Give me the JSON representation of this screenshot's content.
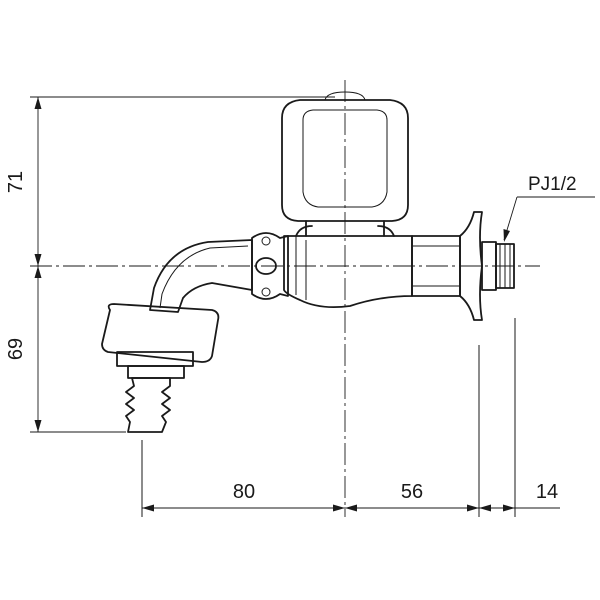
{
  "dimensions": {
    "top_height": "71",
    "bottom_height": "69",
    "left_width": "80",
    "mid_width": "56",
    "right_width": "14"
  },
  "callout": {
    "thread_label": "PJ1/2"
  }
}
